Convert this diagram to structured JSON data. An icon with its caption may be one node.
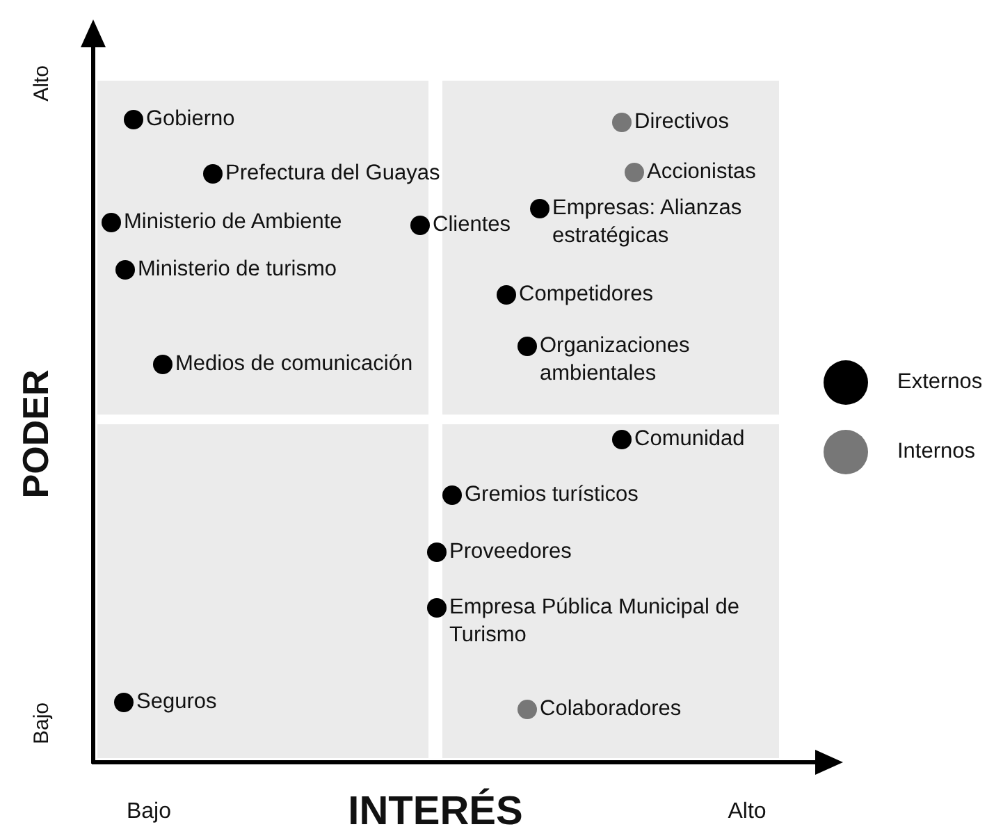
{
  "diagram": {
    "labels": [
      "Alto",
      "Gobierno",
      "Directivos",
      "Prefectura del Guayas",
      "Accionistas",
      "Ministerio de Ambiente",
      "Clientes",
      "Empresas: Alianzas estratégicas",
      "Ministerio de turismo",
      "Competidores",
      "Organizaciones ambientales",
      "Medios de comunicación",
      "Comunidad",
      "PODER",
      "Gremios turísticos",
      "Proveedores",
      "Empresa Pública Municipal de Turismo",
      "Bajo",
      "Seguros",
      "Colaboradores",
      "Bajo",
      "INTERÉS",
      "Alto"
    ],
    "legend": [
      {
        "text": "Externos",
        "color": "#000000"
      },
      {
        "text": "Internos",
        "color": "#777777"
      }
    ]
  }
}
